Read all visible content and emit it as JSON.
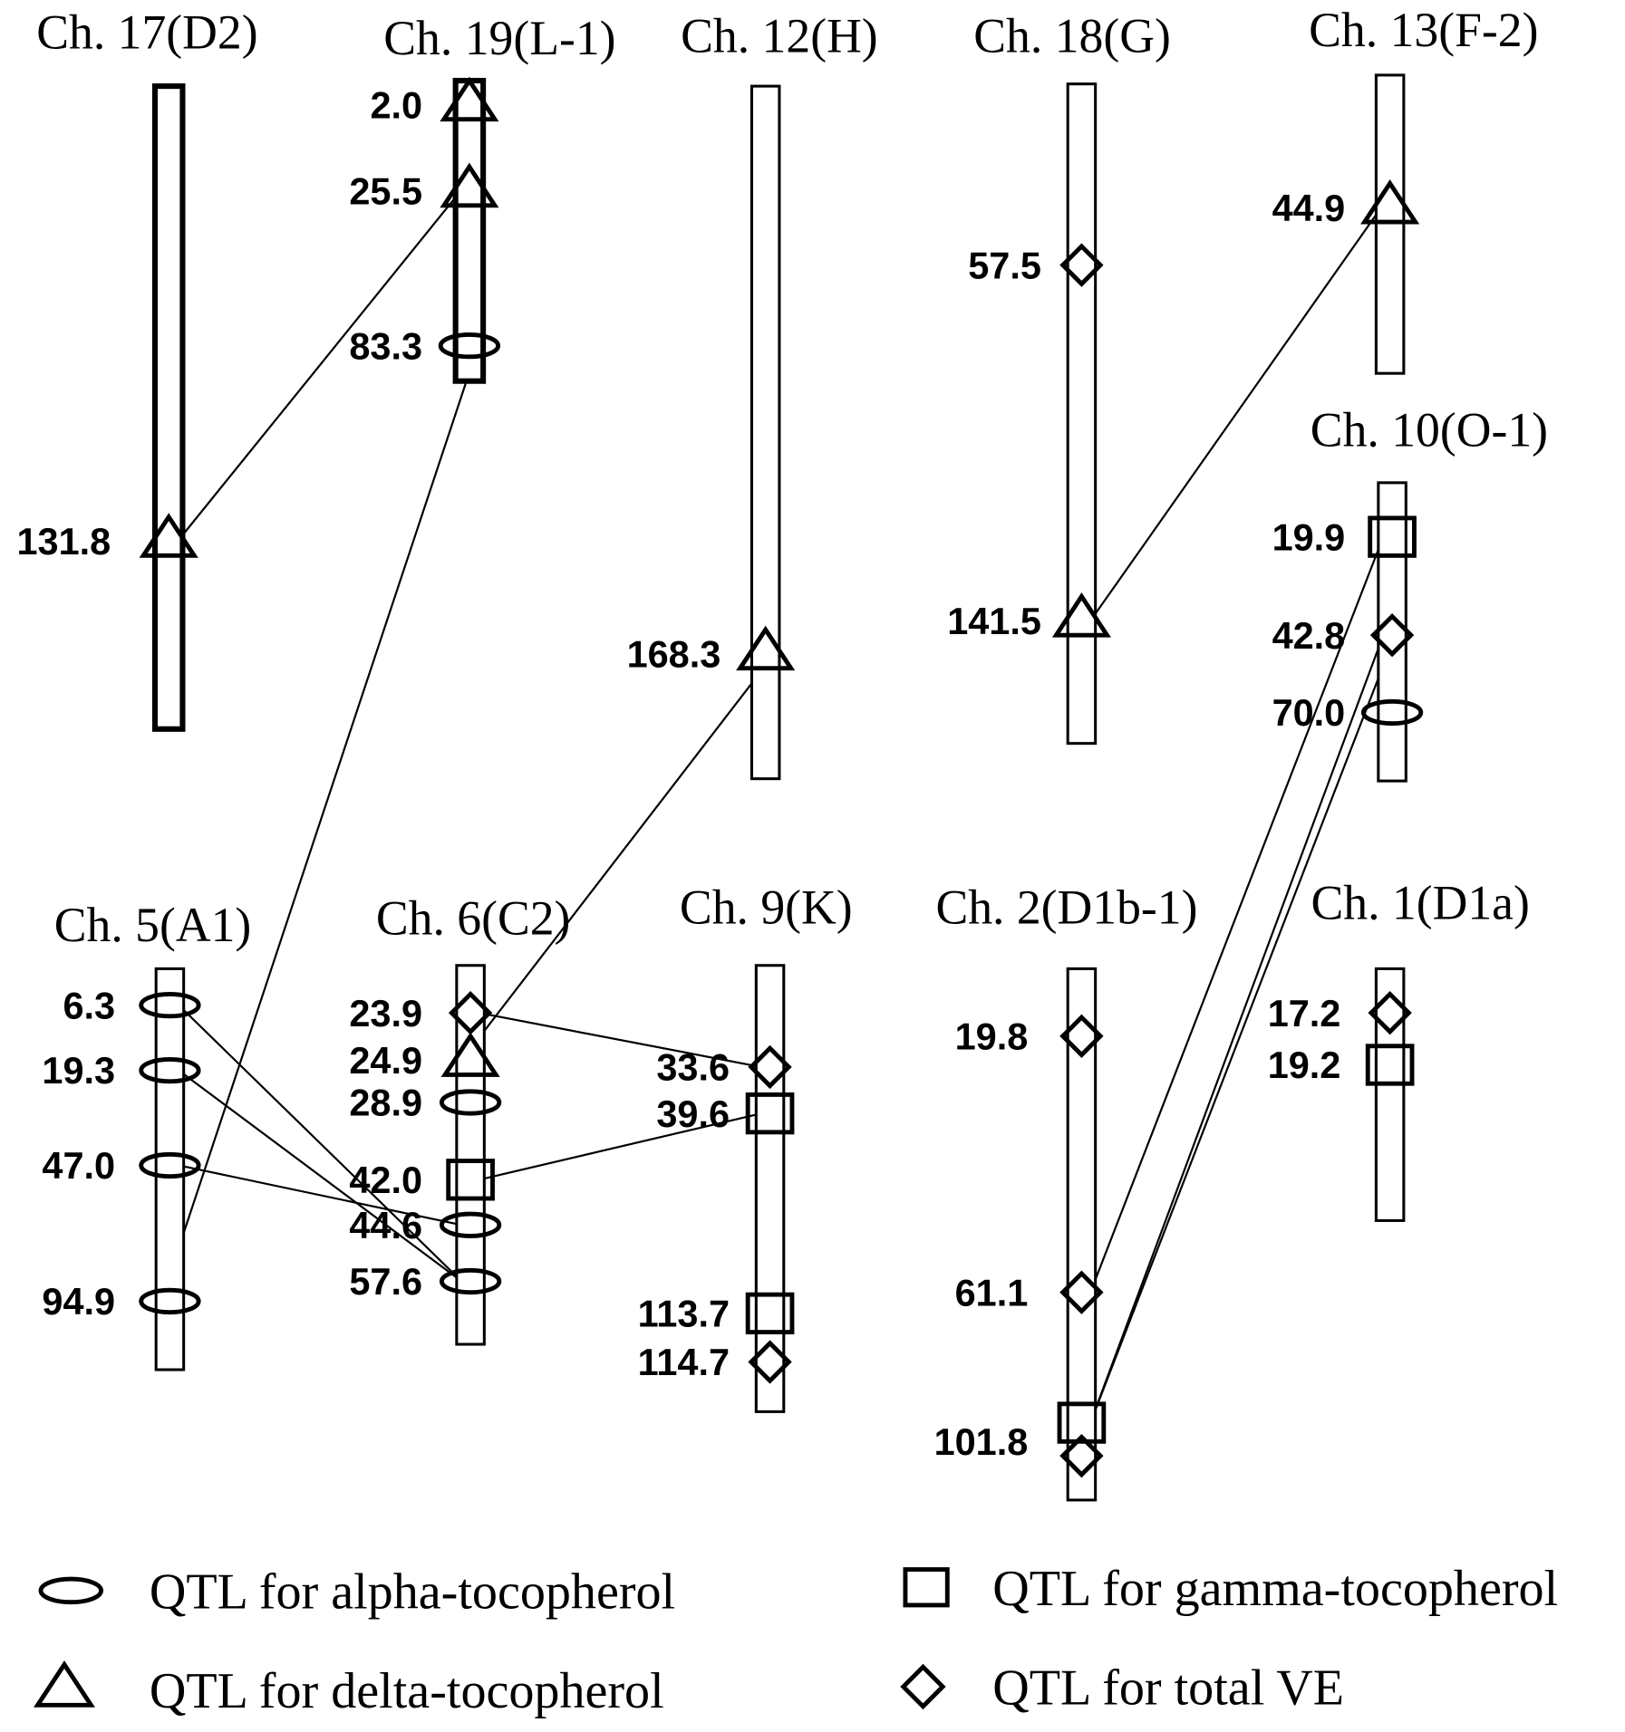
{
  "chart_data": {
    "type": "diagram",
    "title": "",
    "chromosomes": [
      {
        "name": "Ch. 17(D2)",
        "markers": [
          {
            "pos": "131.8",
            "type": "delta"
          }
        ]
      },
      {
        "name": "Ch. 19(L-1)",
        "markers": [
          {
            "pos": "2.0",
            "type": "delta"
          },
          {
            "pos": "25.5",
            "type": "delta"
          },
          {
            "pos": "83.3",
            "type": "alpha"
          }
        ]
      },
      {
        "name": "Ch. 12(H)",
        "markers": [
          {
            "pos": "168.3",
            "type": "delta"
          }
        ]
      },
      {
        "name": "Ch. 18(G)",
        "markers": [
          {
            "pos": "57.5",
            "type": "total"
          },
          {
            "pos": "141.5",
            "type": "delta"
          }
        ]
      },
      {
        "name": "Ch. 13(F-2)",
        "markers": [
          {
            "pos": "44.9",
            "type": "delta"
          }
        ]
      },
      {
        "name": "Ch. 10(O-1)",
        "markers": [
          {
            "pos": "19.9",
            "type": "gamma"
          },
          {
            "pos": "42.8",
            "type": "total"
          },
          {
            "pos": "70.0",
            "type": "alpha"
          }
        ]
      },
      {
        "name": "Ch. 5(A1)",
        "markers": [
          {
            "pos": "6.3",
            "type": "alpha"
          },
          {
            "pos": "19.3",
            "type": "alpha"
          },
          {
            "pos": "47.0",
            "type": "alpha"
          },
          {
            "pos": "94.9",
            "type": "alpha"
          }
        ]
      },
      {
        "name": "Ch. 6(C2)",
        "markers": [
          {
            "pos": "23.9",
            "type": "total"
          },
          {
            "pos": "24.9",
            "type": "delta"
          },
          {
            "pos": "28.9",
            "type": "alpha"
          },
          {
            "pos": "42.0",
            "type": "gamma"
          },
          {
            "pos": "44.6",
            "type": "alpha"
          },
          {
            "pos": "57.6",
            "type": "alpha"
          }
        ]
      },
      {
        "name": "Ch. 9(K)",
        "markers": [
          {
            "pos": "33.6",
            "type": "total"
          },
          {
            "pos": "39.6",
            "type": "gamma"
          },
          {
            "pos": "113.7",
            "type": "gamma"
          },
          {
            "pos": "114.7",
            "type": "total"
          }
        ]
      },
      {
        "name": "Ch. 2(D1b-1)",
        "markers": [
          {
            "pos": "19.8",
            "type": "total"
          },
          {
            "pos": "61.1",
            "type": "total"
          },
          {
            "pos": "101.8",
            "type": "gamma"
          },
          {
            "pos": "101.8",
            "type": "total",
            "hide_label": true
          }
        ]
      },
      {
        "name": "Ch. 1(D1a)",
        "markers": [
          {
            "pos": "17.2",
            "type": "total"
          },
          {
            "pos": "19.2",
            "type": "gamma"
          }
        ]
      }
    ],
    "links": [
      {
        "from": [
          "Ch. 17(D2)",
          "131.8"
        ],
        "to": [
          "Ch. 19(L-1)",
          "25.5"
        ]
      },
      {
        "from": [
          "Ch. 19(L-1)",
          "83.3"
        ],
        "to": [
          "Ch. 5(A1)",
          "94.9"
        ]
      },
      {
        "from": [
          "Ch. 12(H)",
          "168.3"
        ],
        "to": [
          "Ch. 6(C2)",
          "24.9"
        ]
      },
      {
        "from": [
          "Ch. 18(G)",
          "141.5"
        ],
        "to": [
          "Ch. 13(F-2)",
          "44.9"
        ]
      },
      {
        "from": [
          "Ch. 5(A1)",
          "6.3"
        ],
        "to": [
          "Ch. 6(C2)",
          "57.6"
        ]
      },
      {
        "from": [
          "Ch. 5(A1)",
          "19.3"
        ],
        "to": [
          "Ch. 6(C2)",
          "57.6"
        ]
      },
      {
        "from": [
          "Ch. 5(A1)",
          "47.0"
        ],
        "to": [
          "Ch. 6(C2)",
          "44.6"
        ]
      },
      {
        "from": [
          "Ch. 6(C2)",
          "23.9"
        ],
        "to": [
          "Ch. 9(K)",
          "33.6"
        ]
      },
      {
        "from": [
          "Ch. 6(C2)",
          "42.0"
        ],
        "to": [
          "Ch. 9(K)",
          "39.6"
        ]
      },
      {
        "from": [
          "Ch. 2(D1b-1)",
          "61.1"
        ],
        "to": [
          "Ch. 10(O-1)",
          "19.9"
        ]
      },
      {
        "from": [
          "Ch. 2(D1b-1)",
          "101.8"
        ],
        "to": [
          "Ch. 10(O-1)",
          "42.8"
        ]
      },
      {
        "from": [
          "Ch. 2(D1b-1)",
          "101.8"
        ],
        "to": [
          "Ch. 10(O-1)",
          "42.8"
        ]
      }
    ],
    "legend": [
      {
        "type": "alpha",
        "label": "QTL for alpha-tocopherol"
      },
      {
        "type": "gamma",
        "label": "QTL for gamma-tocopherol"
      },
      {
        "type": "delta",
        "label": "QTL for delta-tocopherol"
      },
      {
        "type": "total",
        "label": "QTL for total VE"
      }
    ]
  }
}
